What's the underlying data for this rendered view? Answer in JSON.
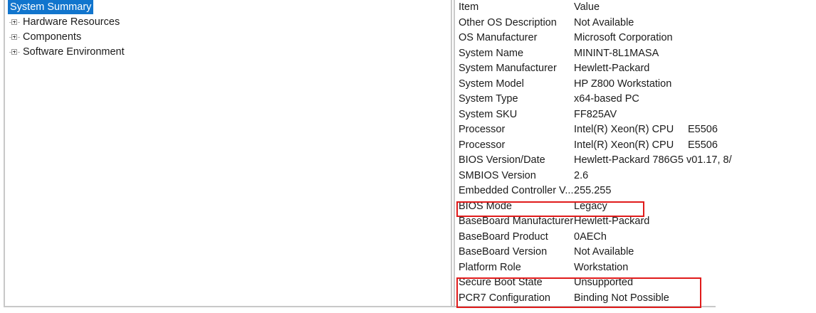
{
  "tree": {
    "root": {
      "label": "System Summary",
      "selected": true
    },
    "children": [
      {
        "label": "Hardware Resources",
        "expander": "plus-icon"
      },
      {
        "label": "Components",
        "expander": "plus-icon"
      },
      {
        "label": "Software Environment",
        "expander": "plus-icon"
      }
    ]
  },
  "details": {
    "columns": {
      "item": "Item",
      "value": "Value"
    },
    "rows": [
      {
        "item": "Other OS Description",
        "value": "Not Available"
      },
      {
        "item": "OS Manufacturer",
        "value": "Microsoft Corporation"
      },
      {
        "item": "System Name",
        "value": "MININT-8L1MASA"
      },
      {
        "item": "System Manufacturer",
        "value": "Hewlett-Packard"
      },
      {
        "item": "System Model",
        "value": "HP Z800 Workstation"
      },
      {
        "item": "System Type",
        "value": "x64-based PC"
      },
      {
        "item": "System SKU",
        "value": "FF825AV"
      },
      {
        "item": "Processor",
        "value": "Intel(R) Xeon(R) CPU",
        "value_extra": "E5506"
      },
      {
        "item": "Processor",
        "value": "Intel(R) Xeon(R) CPU",
        "value_extra": "E5506"
      },
      {
        "item": "BIOS Version/Date",
        "value": "Hewlett-Packard 786G5 v01.17, 8/"
      },
      {
        "item": "SMBIOS Version",
        "value": "2.6"
      },
      {
        "item": "Embedded Controller V...",
        "value": "255.255"
      },
      {
        "item": "BIOS Mode",
        "value": "Legacy",
        "highlighted": true
      },
      {
        "item": "BaseBoard Manufacturer",
        "value": "Hewlett-Packard"
      },
      {
        "item": "BaseBoard Product",
        "value": "0AECh"
      },
      {
        "item": "BaseBoard Version",
        "value": "Not Available"
      },
      {
        "item": "Platform Role",
        "value": "Workstation"
      },
      {
        "item": "Secure Boot State",
        "value": "Unsupported",
        "highlighted": true
      },
      {
        "item": "PCR7 Configuration",
        "value": "Binding Not Possible",
        "highlighted": true
      }
    ]
  },
  "annotations": {
    "color": "#e01b1b",
    "boxes": [
      {
        "name": "bios-mode-highlight",
        "targets": [
          "BIOS Mode"
        ]
      },
      {
        "name": "secure-boot-highlight",
        "targets": [
          "Secure Boot State",
          "PCR7 Configuration"
        ]
      }
    ]
  },
  "colors": {
    "selection": "#1175cd",
    "selection_text": "#ffffff",
    "text": "#1b1b1b",
    "border": "#c8c8c8",
    "annotation": "#e01b1b"
  }
}
